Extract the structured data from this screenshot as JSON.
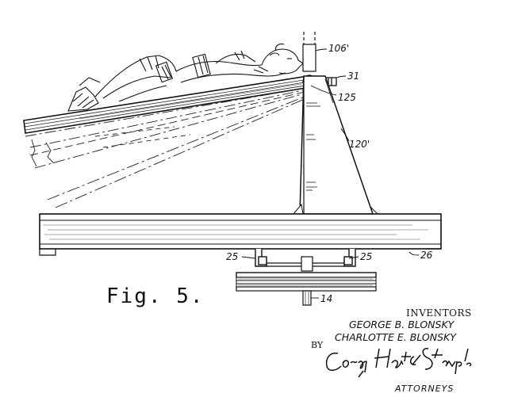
{
  "figure": {
    "label": "Fig. 5."
  },
  "reference_numerals": {
    "r106": "106'",
    "r31": "31",
    "r125": "125",
    "r120": "120'",
    "r25a": "25",
    "r25b": "25",
    "r26": "26",
    "r14": "14"
  },
  "inventors": {
    "heading": "INVENTORS",
    "name_1": "GEORGE B. BLONSKY",
    "name_2": "CHARLOTTE E. BLONSKY",
    "by": "BY",
    "signature": "Corey, Hart & Stempler",
    "attorneys": "ATTORNEYS"
  }
}
